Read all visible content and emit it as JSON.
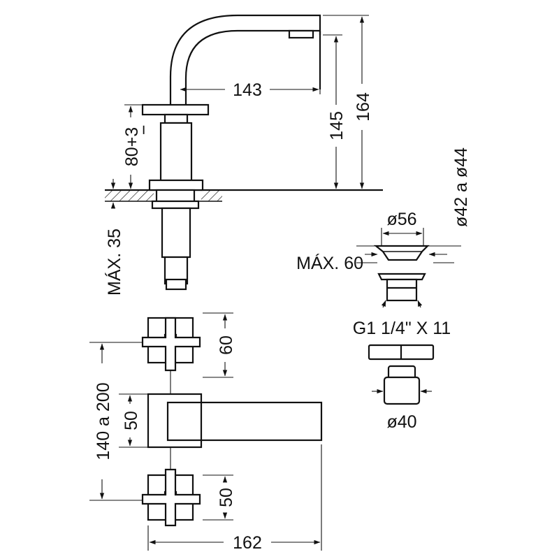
{
  "dimensions": {
    "spout_reach": "143",
    "spout_height_145": "145",
    "total_height_164": "164",
    "handle_height": "80+3",
    "handle_tolerance": "−",
    "max_thickness": "MÁX. 35",
    "pop_up_diameter_56": "ø56",
    "drain_hole_range": "ø42 a ø44",
    "max_countertop": "MÁX. 60",
    "thread_size": "G1 1/4\" X 11",
    "button_diameter": "ø40",
    "handle_width_60": "60",
    "center_distance": "140 a 200",
    "spout_width_50": "50",
    "handle_width_50": "50",
    "overall_length": "162"
  }
}
